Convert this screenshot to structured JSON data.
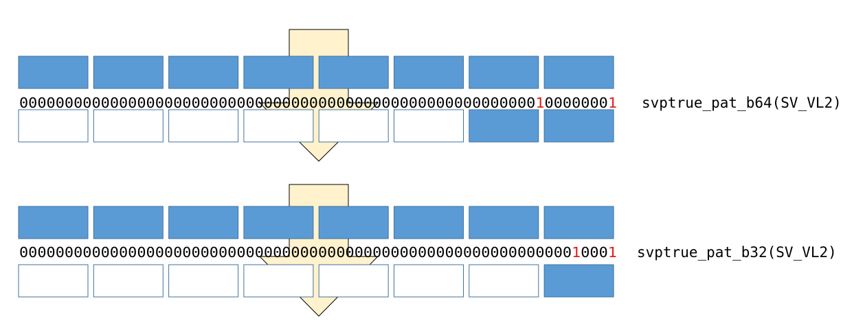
{
  "colors": {
    "filled": "#5b9bd5",
    "filled_stroke": "#41719c",
    "empty": "#ffffff",
    "empty_stroke": "#41719c",
    "arrow_fill": "#fff2cc",
    "arrow_stroke": "#000000",
    "bit_set": "#e0201b",
    "text": "#000000"
  },
  "diagrams": [
    {
      "source_lanes": [
        true,
        true,
        true,
        true,
        true,
        true,
        true,
        true
      ],
      "predicate_bits": "000000000000000000000000000000000000000000000000000000000100000001",
      "result_lanes": [
        false,
        false,
        false,
        false,
        false,
        false,
        true,
        true
      ],
      "function_label": "svptrue_pat_b64(SV_VL2)"
    },
    {
      "source_lanes": [
        true,
        true,
        true,
        true,
        true,
        true,
        true,
        true
      ],
      "predicate_bits": "000000000000000000000000000000000000000000000000000000000000010001",
      "result_lanes": [
        false,
        false,
        false,
        false,
        false,
        false,
        false,
        true
      ],
      "function_label": "svptrue_pat_b32(SV_VL2)"
    }
  ]
}
